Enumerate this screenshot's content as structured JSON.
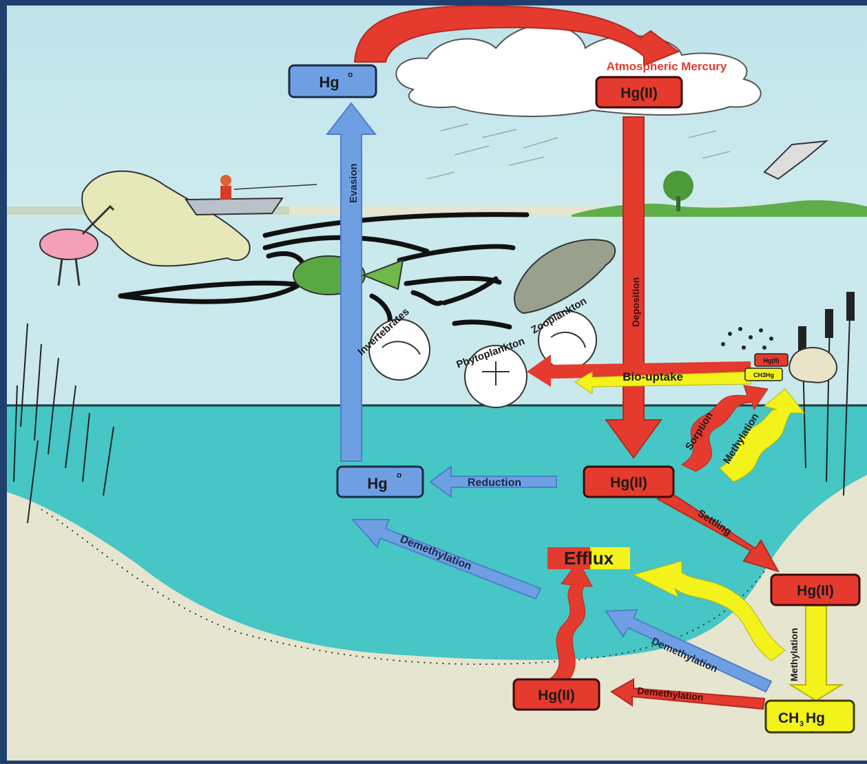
{
  "atmosphere": {
    "title": "Atmospheric Mercury",
    "hg_elemental": "Hg",
    "hg_elemental_sup": "o",
    "hg_oxidized": "Hg(II)"
  },
  "water_column": {
    "hg_elemental": "Hg",
    "hg_elemental_sup": "o",
    "hg_oxidized": "Hg(II)"
  },
  "sediment": {
    "hg_oxidized_right": "Hg(II)",
    "hg_oxidized_bottom": "Hg(II)",
    "methylmercury": "CH",
    "methylmercury_sub": "3",
    "methylmercury_tail": "Hg"
  },
  "labels": {
    "evasion": "Evasion",
    "deposition": "Deposition",
    "bio_uptake": "Bio-uptake",
    "reduction": "Reduction",
    "settling": "Settling",
    "sorption": "Sorption",
    "methylation_wavy": "Methylation",
    "methylation_down": "Methylation",
    "demethylation_left": "Demethylation",
    "demethylation_mid": "Demethylation",
    "demethylation_bottom": "Demethylation",
    "efflux": "Efflux",
    "invertebrates": "Invertebrates",
    "phytoplankton": "Phytoplankton",
    "zooplankton": "Zooplankton",
    "particle_hg": "Hg(II)",
    "particle_mehg": "CH3Hg"
  },
  "colors": {
    "blue": "#6f9fe3",
    "red": "#e53a2e",
    "yellow": "#f3f21a",
    "water": "#46c6c4",
    "sky": "#bde3ea",
    "sediment": "#e6e5cf"
  }
}
